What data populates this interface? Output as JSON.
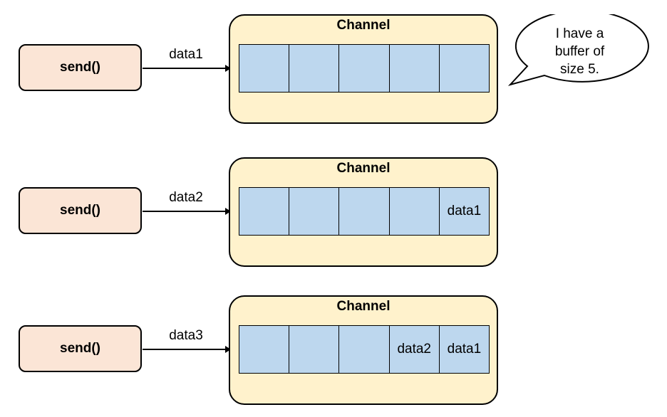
{
  "colors": {
    "send_fill": "#FBE5D6",
    "channel_fill": "#FFF2CC",
    "slot_fill": "#BDD7EE",
    "stroke": "#000000"
  },
  "rows": [
    {
      "send_label": "send()",
      "arrow_label": "data1",
      "channel_title": "Channel",
      "slots": [
        "",
        "",
        "",
        "",
        ""
      ]
    },
    {
      "send_label": "send()",
      "arrow_label": "data2",
      "channel_title": "Channel",
      "slots": [
        "",
        "",
        "",
        "",
        "data1"
      ]
    },
    {
      "send_label": "send()",
      "arrow_label": "data3",
      "channel_title": "Channel",
      "slots": [
        "",
        "",
        "",
        "data2",
        "data1"
      ]
    }
  ],
  "callout": {
    "lines": [
      "I have a",
      "buffer of",
      "size 5."
    ]
  }
}
